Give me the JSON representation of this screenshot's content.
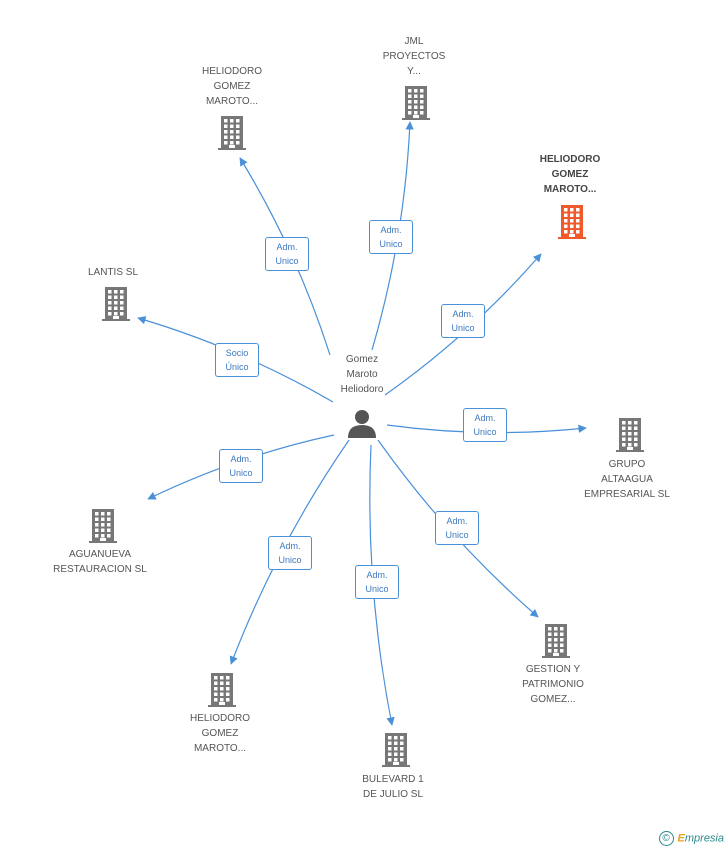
{
  "center": {
    "name_lines": [
      "Gomez",
      "Maroto",
      "Heliodoro"
    ],
    "icon": "person-icon"
  },
  "colors": {
    "edge": "#4a90d9",
    "building": "#777777",
    "highlight": "#f05a2a"
  },
  "nodes": [
    {
      "id": "n1",
      "lines": [
        "HELIODORO",
        "GOMEZ",
        "MAROTO..."
      ],
      "highlight": false,
      "icon": "building-icon"
    },
    {
      "id": "n2",
      "lines": [
        "JML",
        "PROYECTOS",
        "Y..."
      ],
      "highlight": false,
      "icon": "building-icon"
    },
    {
      "id": "n3",
      "lines": [
        "HELIODORO",
        "GOMEZ",
        "MAROTO..."
      ],
      "highlight": true,
      "icon": "building-icon"
    },
    {
      "id": "n4",
      "lines": [
        "LANTIS SL"
      ],
      "highlight": false,
      "icon": "building-icon"
    },
    {
      "id": "n5",
      "lines": [
        "GRUPO",
        "ALTAAGUA",
        "EMPRESARIAL SL"
      ],
      "highlight": false,
      "icon": "building-icon"
    },
    {
      "id": "n6",
      "lines": [
        "AGUANUEVA",
        "RESTAURACION SL"
      ],
      "highlight": false,
      "icon": "building-icon"
    },
    {
      "id": "n7",
      "lines": [
        "GESTION Y",
        "PATRIMONIO",
        "GOMEZ..."
      ],
      "highlight": false,
      "icon": "building-icon"
    },
    {
      "id": "n8",
      "lines": [
        "HELIODORO",
        "GOMEZ",
        "MAROTO..."
      ],
      "highlight": false,
      "icon": "building-icon"
    },
    {
      "id": "n9",
      "lines": [
        "BULEVARD 1",
        "DE JULIO SL"
      ],
      "highlight": false,
      "icon": "building-icon"
    }
  ],
  "edges": [
    {
      "to": "n1",
      "label": [
        "Adm.",
        "Unico"
      ]
    },
    {
      "to": "n2",
      "label": [
        "Adm.",
        "Unico"
      ]
    },
    {
      "to": "n3",
      "label": [
        "Adm.",
        "Unico"
      ]
    },
    {
      "to": "n4",
      "label": [
        "Socio",
        "Único"
      ]
    },
    {
      "to": "n5",
      "label": [
        "Adm.",
        "Unico"
      ]
    },
    {
      "to": "n6",
      "label": [
        "Adm.",
        "Unico"
      ]
    },
    {
      "to": "n7",
      "label": [
        "Adm.",
        "Unico"
      ]
    },
    {
      "to": "n8",
      "label": [
        "Adm.",
        "Unico"
      ]
    },
    {
      "to": "n9",
      "label": [
        "Adm.",
        "Unico"
      ]
    }
  ],
  "brand": {
    "copyright_symbol": "©",
    "first_letter": "E",
    "rest": "mpresia"
  }
}
